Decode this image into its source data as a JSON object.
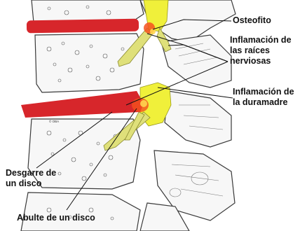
{
  "labels": {
    "osteophyte": "Osteofito",
    "nerve_root_line1": "Inflamación de",
    "nerve_root_line2": "las raíces",
    "nerve_root_line3": "nerviosas",
    "dura_line1": "Inflamación de",
    "dura_line2": "la duramadre",
    "tear_line1": "Desgarre de",
    "tear_line2": "un disco",
    "bulge": "Abulte de un disco"
  },
  "credit": "© OBA",
  "colors": {
    "disc": "#d7262b",
    "inflammation": "#f4511e",
    "nerve": "#dfe07a",
    "dura": "#f0f03a",
    "bone_outline": "#3a3a3a",
    "bone_fill": "#f7f7f7"
  }
}
